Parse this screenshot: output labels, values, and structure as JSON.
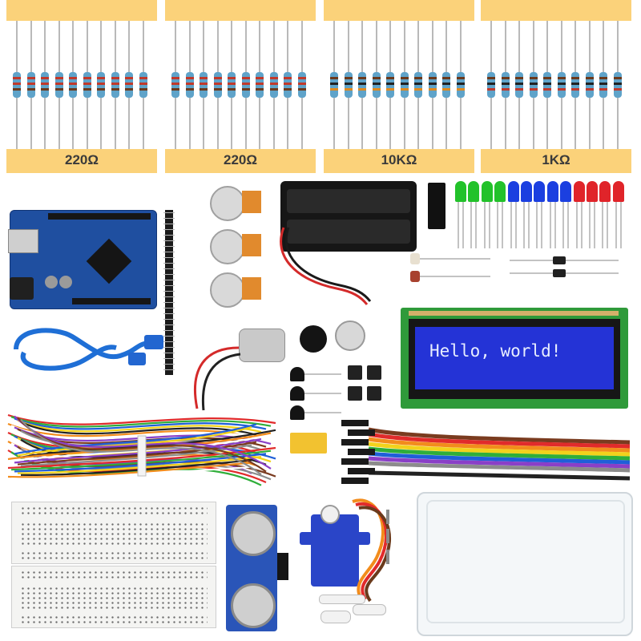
{
  "resistor_groups": [
    {
      "label": "220Ω",
      "colors": [
        "#c0392b",
        "#c0392b",
        "#6b3a1d"
      ]
    },
    {
      "label": "220Ω",
      "colors": [
        "#c0392b",
        "#c0392b",
        "#6b3a1d"
      ]
    },
    {
      "label": "10KΩ",
      "colors": [
        "#6b3a1d",
        "#222222",
        "#e08a1e"
      ]
    },
    {
      "label": "1KΩ",
      "colors": [
        "#6b3a1d",
        "#222222",
        "#c0392b"
      ]
    }
  ],
  "lcd": {
    "text": "Hello, world!"
  },
  "led_colors": [
    "#22c22a",
    "#22c22a",
    "#22c22a",
    "#22c22a",
    "#1b3fe0",
    "#1b3fe0",
    "#1b3fe0",
    "#1b3fe0",
    "#1b3fe0",
    "#e0242a",
    "#e0242a",
    "#e0242a",
    "#e0242a"
  ],
  "ribbon_colors": [
    "#7a3b1f",
    "#e12b2b",
    "#f28c1c",
    "#f2d21c",
    "#2fae3a",
    "#1f5fd8",
    "#8a3fc7",
    "#8c8c8c",
    "#ffffff",
    "#222222"
  ],
  "jumper_colors": [
    "#e12b2b",
    "#2fae3a",
    "#1f5fd8",
    "#f2d21c",
    "#222222",
    "#f28c1c",
    "#ffffff",
    "#8a3fc7",
    "#7a3b1f",
    "#8c8c8c"
  ]
}
